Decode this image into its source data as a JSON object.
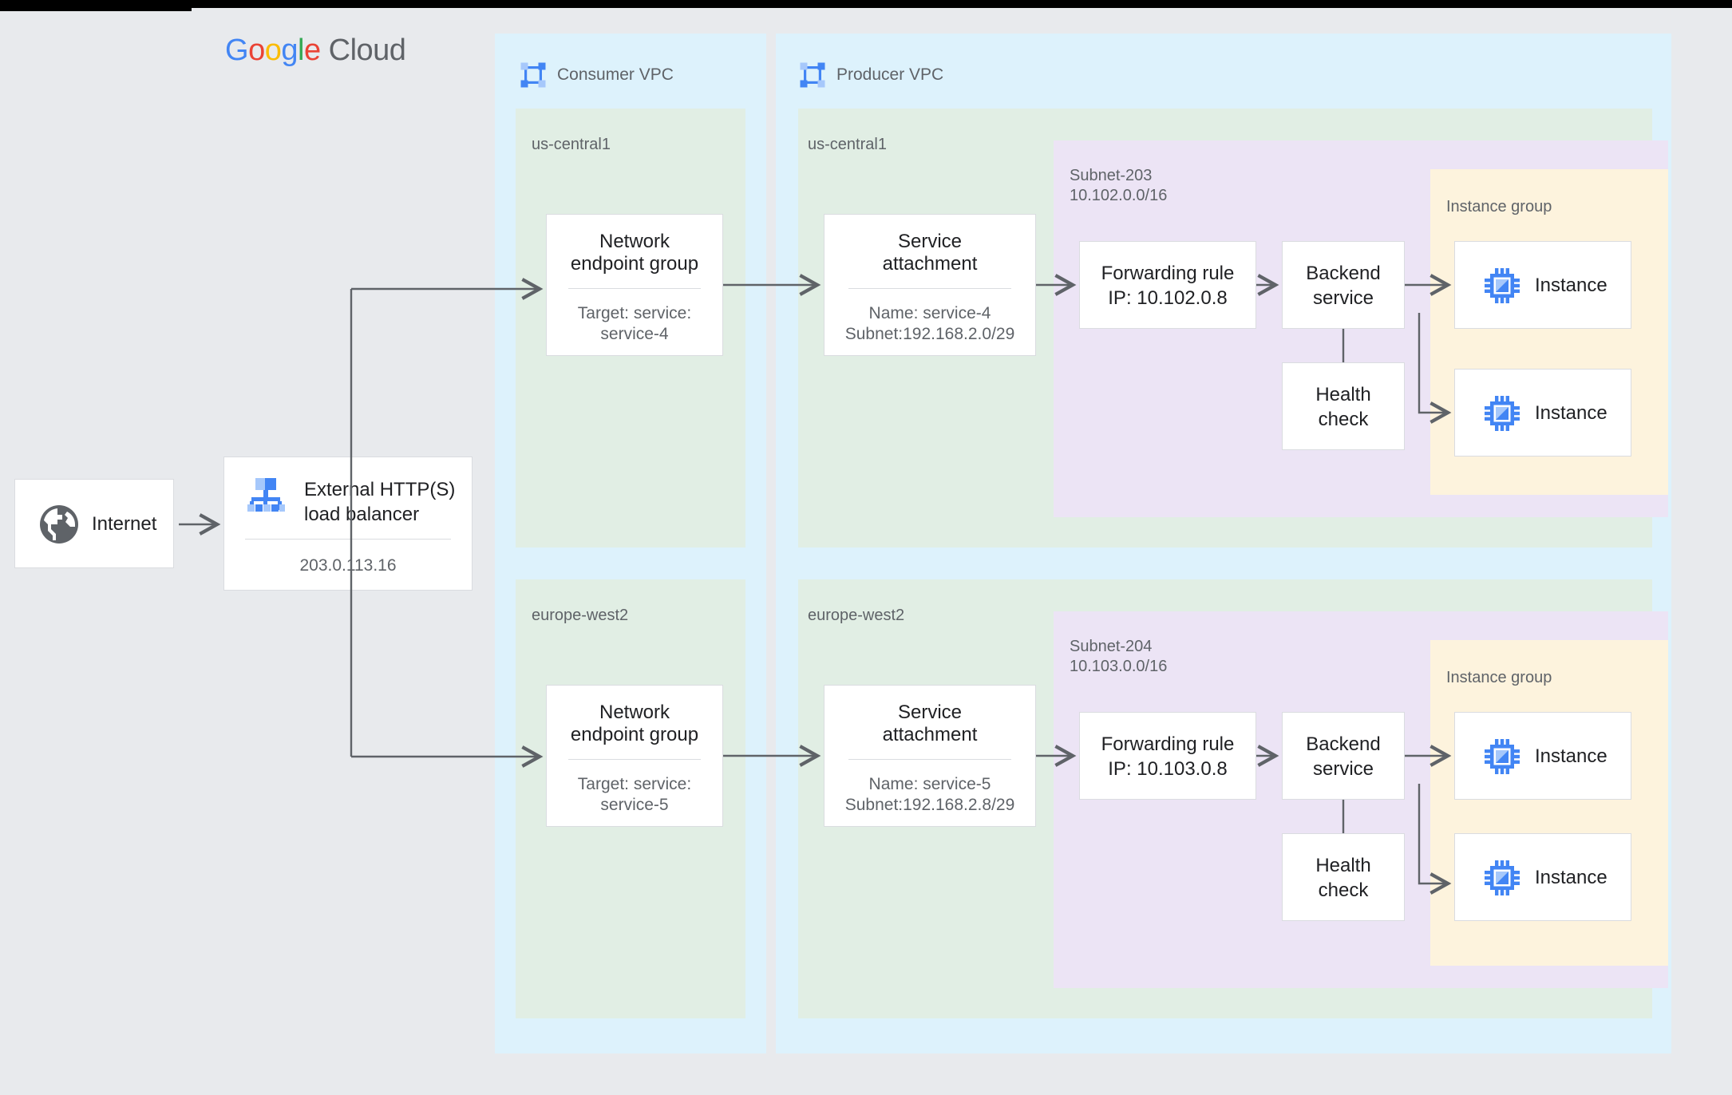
{
  "brand": {
    "logo_parts": [
      {
        "t": "G",
        "c": "#4285F4"
      },
      {
        "t": "o",
        "c": "#EA4335"
      },
      {
        "t": "o",
        "c": "#FBBC05"
      },
      {
        "t": "g",
        "c": "#4285F4"
      },
      {
        "t": "l",
        "c": "#34A853"
      },
      {
        "t": "e",
        "c": "#EA4335"
      },
      {
        "t": " Cloud",
        "c": "#5F6368"
      }
    ],
    "logo_text": "Google Cloud"
  },
  "colors": {
    "page_background": "#e8eaed",
    "vpc_fill": "#ddf2fc",
    "region_fill": "#e1eee4",
    "subnet_fill": "#ece4f5",
    "instance_group_fill": "#fdf3dd",
    "card_fill": "#ffffff",
    "card_border": "#dadce0",
    "connector": "#5f6368",
    "text_primary": "#202124",
    "text_secondary": "#5f6368",
    "icon_blue": "#4285f4",
    "icon_blue_light": "#a6c8fb"
  },
  "external": {
    "internet": {
      "label": "Internet",
      "icon": "globe-icon"
    },
    "load_balancer": {
      "title_line1": "External HTTP(S)",
      "title_line2": "load balancer",
      "ip": "203.0.113.16",
      "icon": "load-balancer-icon"
    }
  },
  "vpcs": [
    {
      "id": "consumer",
      "title": "Consumer VPC",
      "icon": "vpc-icon",
      "regions": [
        {
          "id": "consumer-us-central1",
          "label": "us-central1",
          "node": {
            "title_line1": "Network",
            "title_line2": "endpoint group",
            "sub_line1": "Target: service:",
            "sub_line2": "service-4"
          }
        },
        {
          "id": "consumer-europe-west2",
          "label": "europe-west2",
          "node": {
            "title_line1": "Network",
            "title_line2": "endpoint group",
            "sub_line1": "Target: service:",
            "sub_line2": "service-5"
          }
        }
      ]
    },
    {
      "id": "producer",
      "title": "Producer VPC",
      "icon": "vpc-icon",
      "regions": [
        {
          "id": "producer-us-central1",
          "label": "us-central1",
          "service_attachment": {
            "title_line1": "Service",
            "title_line2": "attachment",
            "sub_line1": "Name: service-4",
            "sub_line2": "Subnet:192.168.2.0/29"
          },
          "subnet": {
            "name": "Subnet-203",
            "cidr": "10.102.0.0/16",
            "forwarding_rule": {
              "line1": "Forwarding rule",
              "line2": "IP: 10.102.0.8"
            },
            "backend_service": {
              "line1": "Backend",
              "line2": "service"
            },
            "health_check": {
              "line1": "Health",
              "line2": "check"
            },
            "instance_group": {
              "label": "Instance group",
              "instances": [
                {
                  "label": "Instance",
                  "icon": "instance-chip-icon"
                },
                {
                  "label": "Instance",
                  "icon": "instance-chip-icon"
                }
              ]
            }
          }
        },
        {
          "id": "producer-europe-west2",
          "label": "europe-west2",
          "service_attachment": {
            "title_line1": "Service",
            "title_line2": "attachment",
            "sub_line1": "Name: service-5",
            "sub_line2": "Subnet:192.168.2.8/29"
          },
          "subnet": {
            "name": "Subnet-204",
            "cidr": "10.103.0.0/16",
            "forwarding_rule": {
              "line1": "Forwarding rule",
              "line2": "IP: 10.103.0.8"
            },
            "backend_service": {
              "line1": "Backend",
              "line2": "service"
            },
            "health_check": {
              "line1": "Health",
              "line2": "check"
            },
            "instance_group": {
              "label": "Instance group",
              "instances": [
                {
                  "label": "Instance",
                  "icon": "instance-chip-icon"
                },
                {
                  "label": "Instance",
                  "icon": "instance-chip-icon"
                }
              ]
            }
          }
        }
      ]
    }
  ]
}
